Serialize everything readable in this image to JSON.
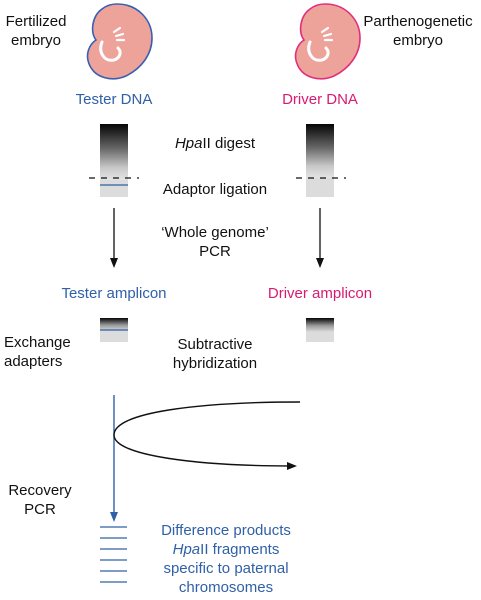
{
  "colors": {
    "tester": "#3060a8",
    "driver": "#d81b72",
    "embryo_fill": "#eea39a",
    "embryo_tester_outline": "#3a5fb0",
    "embryo_driver_outline": "#e0307c",
    "text": "#111111",
    "arrow": "#111111"
  },
  "embryos": {
    "left": {
      "label_line1": "Fertilized",
      "label_line2": "embryo",
      "icon": "embryo-icon"
    },
    "right": {
      "label_line1": "Parthenogenetic",
      "label_line2": "embryo",
      "icon": "embryo-icon"
    }
  },
  "dna": {
    "tester_label": "Tester DNA",
    "driver_label": "Driver DNA"
  },
  "steps": {
    "digest_italic": "Hpa",
    "digest_rest": "II digest",
    "ligation": "Adaptor ligation",
    "pcr_line1": "‘Whole genome’",
    "pcr_line2": "PCR"
  },
  "amplicons": {
    "tester_label": "Tester amplicon",
    "driver_label": "Driver amplicon"
  },
  "exchange": {
    "line1": "Exchange",
    "line2": "adapters"
  },
  "hybridization": {
    "line1": "Subtractive",
    "line2": "hybridization"
  },
  "recovery": {
    "line1": "Recovery",
    "line2": "PCR"
  },
  "difference": {
    "line1": "Difference products",
    "line2_italic": "Hpa",
    "line2_rest": "II fragments",
    "line3": "specific to paternal",
    "line4": "chromosomes"
  }
}
